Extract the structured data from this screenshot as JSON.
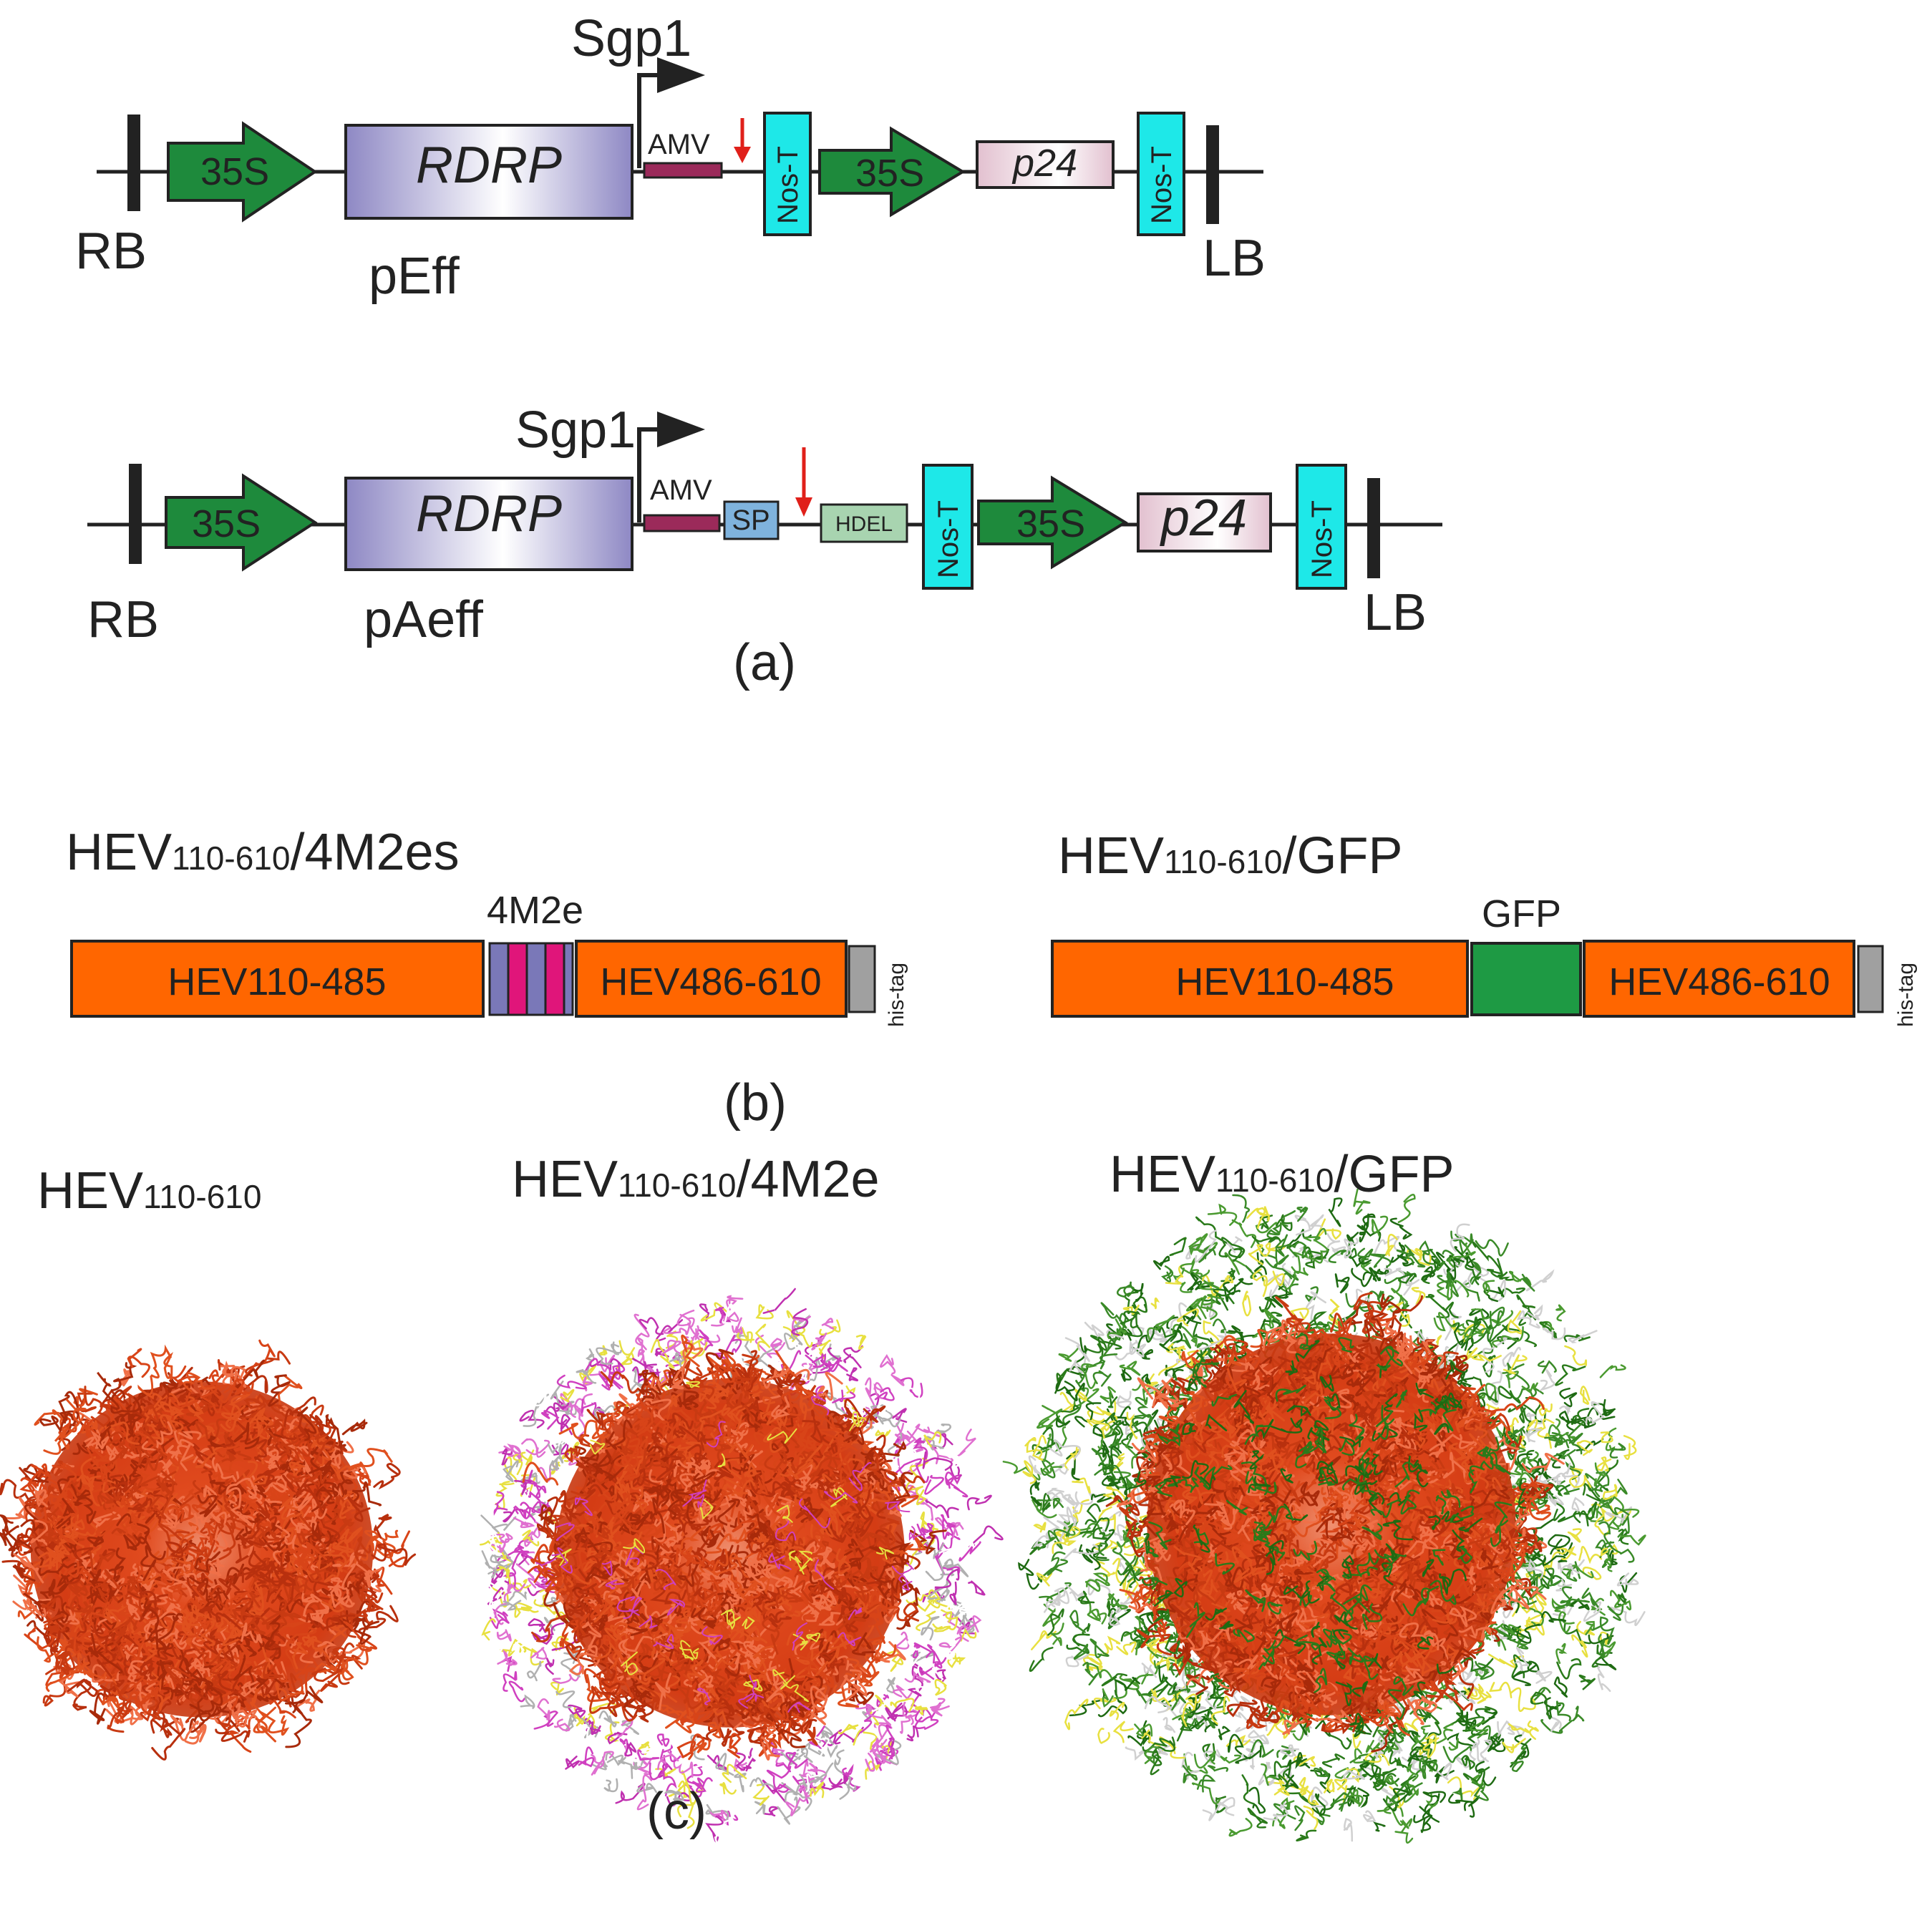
{
  "panel_a": {
    "construct1": {
      "promoter_label": "Sgp1",
      "left_border": "RB",
      "right_border": "LB",
      "name": "pEff",
      "elements": [
        "35S",
        "RDRP",
        "AMV",
        "Nos-T",
        "35S",
        "p24",
        "Nos-T"
      ]
    },
    "construct2": {
      "promoter_label": "Sgp1",
      "left_border": "RB",
      "right_border": "LB",
      "name": "pAeff",
      "elements": [
        "35S",
        "RDRP",
        "AMV",
        "SP",
        "HDEL",
        "Nos-T",
        "35S",
        "p24",
        "Nos-T"
      ]
    },
    "caption": "(a)"
  },
  "panel_b": {
    "left": {
      "title_main": "HEV",
      "title_sub": "110-610",
      "title_suffix": "/4M2es",
      "insert_label": "4M2e",
      "seg1": "HEV110-485",
      "seg2": "HEV486-610",
      "tag": "his-tag"
    },
    "right": {
      "title_main": "HEV",
      "title_sub": "110-610",
      "title_suffix": "/GFP",
      "insert_label": "GFP",
      "seg1": "HEV110-485",
      "seg2": "HEV486-610",
      "tag": "his-tag"
    },
    "caption": "(b)"
  },
  "panel_c": {
    "structures": [
      {
        "title_main": "HEV",
        "title_sub": "110-610",
        "title_suffix": ""
      },
      {
        "title_main": "HEV",
        "title_sub": "110-610",
        "title_suffix": "/4M2e"
      },
      {
        "title_main": "HEV",
        "title_sub": "110-610",
        "title_suffix": "/GFP"
      }
    ],
    "caption": "(c)"
  },
  "colors": {
    "promoter_green": "#1e8a3c",
    "rdrp_purple": "#9a96c8",
    "amv_maroon": "#9b2a5a",
    "nos_cyan": "#1ee8e8",
    "p24_pink": "#e6c8d4",
    "sp_blue": "#7fb3dd",
    "hdel_green": "#a8d4b0",
    "hev_orange": "#ff6600",
    "gfp_green": "#1e9a44",
    "m2e_magenta": "#e0157a",
    "m2e_purple": "#7a78b8",
    "tag_gray": "#a0a0a0",
    "arrow_red": "#e0201a",
    "protein_red": "#d8401a",
    "protein_green": "#2a7a1a",
    "protein_magenta": "#d040c0"
  }
}
